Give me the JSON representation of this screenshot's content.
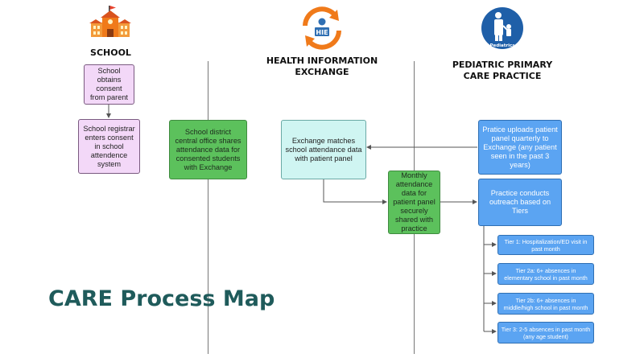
{
  "columns": {
    "school": "SCHOOL",
    "hie": "HEALTH INFORMATION EXCHANGE",
    "practice": "PEDIATRIC PRIMARY CARE PRACTICE"
  },
  "icons": {
    "hie_label": "HIE",
    "pediatrics_label": "Pediatrics"
  },
  "boxes": {
    "school_consent": "School obtains consent from parent",
    "registrar": "School registrar enters consent in school attendence system",
    "district": "School district central office shares attendance data for consented students with Exchange",
    "exchange_match": "Exchange matches school attendance data with patient panel",
    "monthly": "Monthly attendance data for patient panel securely shared with practice",
    "upload": "Pratice uploads patient panel quarterly to Exchange (any patient seen in the past 3 years)",
    "outreach": "Practice conducts outreach based on Tiers"
  },
  "tiers": [
    "Tier 1: Hospitalization/ED visit in past month",
    "Tier 2a: 6+ absences in elementary school in past month",
    "Tier 2b: 6+ absences in middle/high school in past month",
    "Tier 3: 2-5 absences in past month (any age student)"
  ],
  "title": "CARE Process Map",
  "colors": {
    "purple": "#f3d8f8",
    "green": "#5cc15c",
    "teal": "#cff5f2",
    "blue": "#5ba4f2",
    "title": "#1f5b5b",
    "school_icon": "#f07a1a",
    "hie_icon": "#f07a1a",
    "practice_icon": "#1f5fa8"
  }
}
